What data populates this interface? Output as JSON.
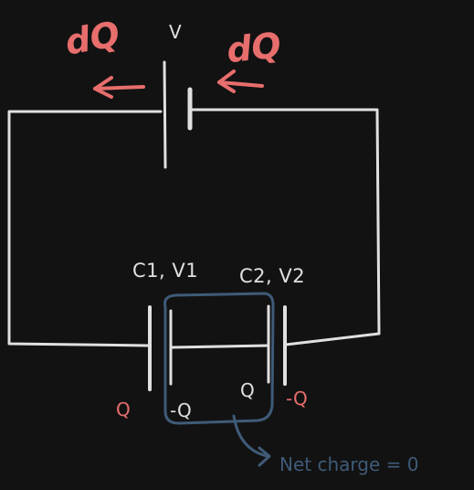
{
  "battery": {
    "label": "V"
  },
  "flow_labels": {
    "left": "dQ",
    "right": "dQ"
  },
  "capacitors": [
    {
      "label": "C1, V1",
      "left_plate_charge": "Q",
      "right_plate_charge": "-Q"
    },
    {
      "label": "C2, V2",
      "left_plate_charge": "Q",
      "right_plate_charge": "-Q"
    }
  ],
  "annotation": {
    "text": "Net charge = 0"
  },
  "colors": {
    "background": "#121212",
    "wire": "#e0e0e0",
    "charge_accent": "#e76e6c",
    "enclosure": "#3f5b78"
  }
}
